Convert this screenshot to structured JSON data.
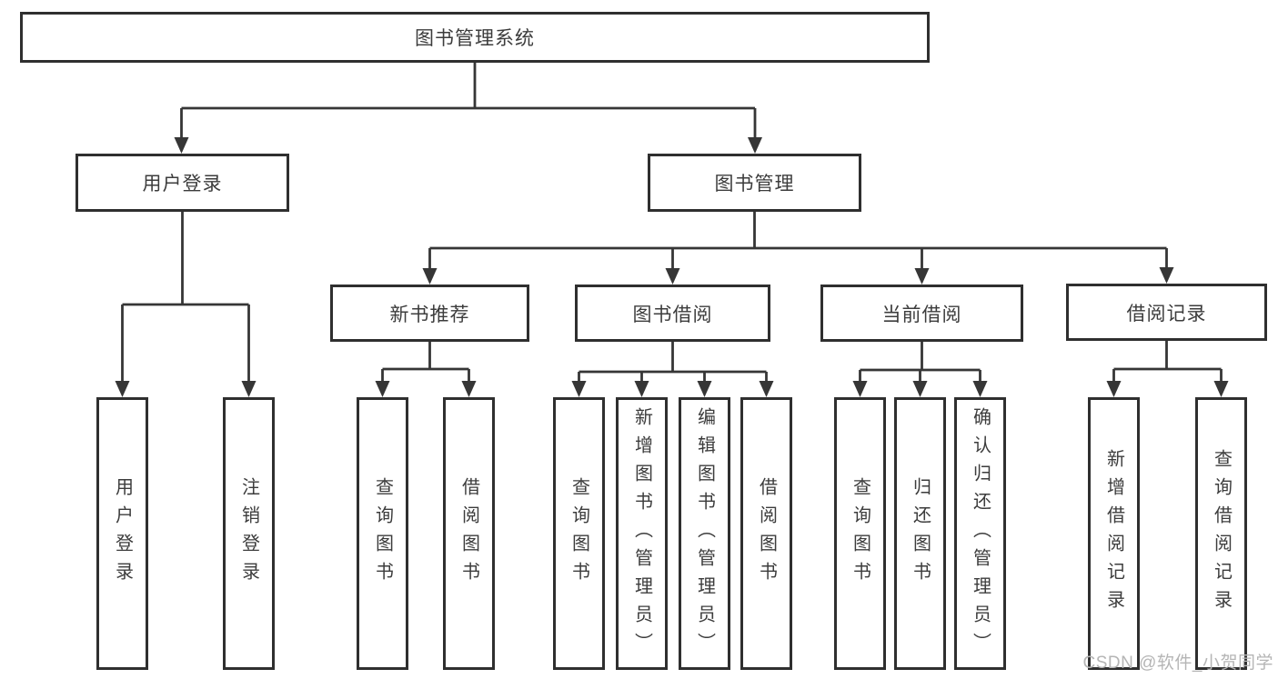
{
  "diagram": {
    "root": {
      "label": "图书管理系统"
    },
    "level2": [
      {
        "label": "用户登录"
      },
      {
        "label": "图书管理"
      }
    ],
    "level3": [
      {
        "label": "新书推荐"
      },
      {
        "label": "图书借阅"
      },
      {
        "label": "当前借阅"
      },
      {
        "label": "借阅记录"
      }
    ],
    "leaves": {
      "user_login_group": [
        {
          "label": "用户登录"
        },
        {
          "label": "注销登录"
        }
      ],
      "new_book_group": [
        {
          "label": "查询图书"
        },
        {
          "label": "借阅图书"
        }
      ],
      "book_borrow_group": [
        {
          "label": "查询图书"
        },
        {
          "label": "新增图书（管理员）"
        },
        {
          "label": "编辑图书（管理员）"
        },
        {
          "label": "借阅图书"
        }
      ],
      "current_borrow_group": [
        {
          "label": "查询图书"
        },
        {
          "label": "归还图书"
        },
        {
          "label": "确认归还（管理员）"
        }
      ],
      "borrow_record_group": [
        {
          "label": "新增借阅记录"
        },
        {
          "label": "查询借阅记录"
        }
      ]
    },
    "watermark": "CSDN @软件_小贺同学",
    "colors": {
      "line": "#363636",
      "box_border": "#2f2f2f",
      "box_fill": "#ffffff",
      "text": "#3c3c3c",
      "watermark": "#b5b5b5",
      "background": "#ffffff"
    }
  }
}
